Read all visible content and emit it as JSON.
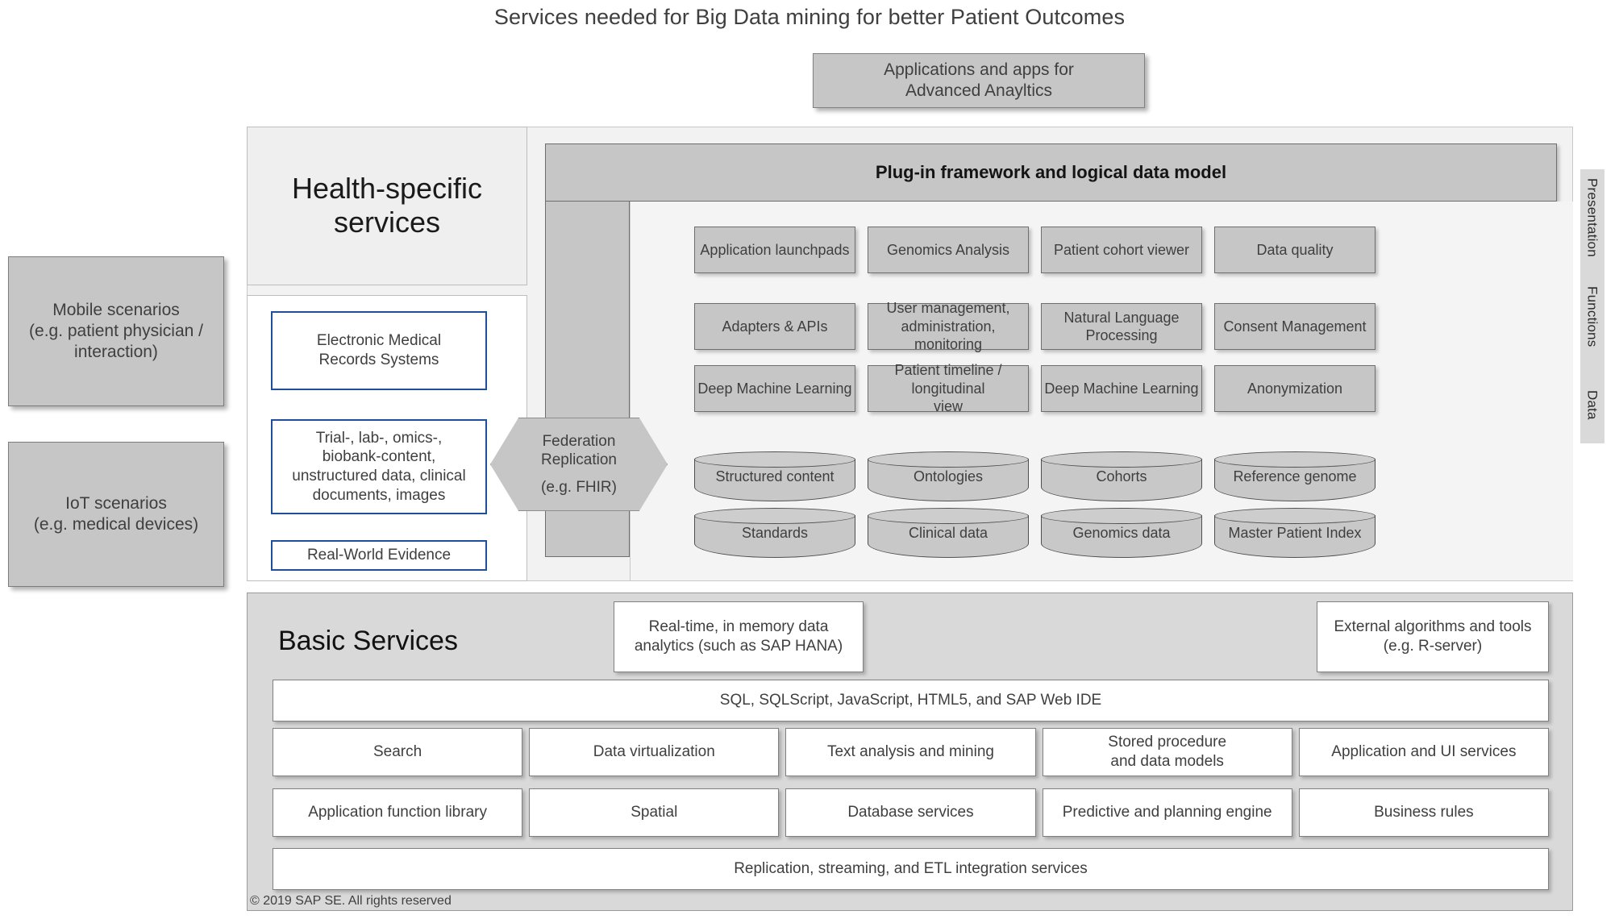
{
  "title": "Services needed for Big Data mining for better Patient Outcomes",
  "top": {
    "applications_box": "Applications and apps for\nAdvanced Anayltics"
  },
  "health_specific": {
    "heading": "Health-specific\nservices",
    "sources": [
      {
        "name": "emr",
        "label": "Electronic Medical\nRecords Systems"
      },
      {
        "name": "trial",
        "label": "Trial-, lab-, omics-,\nbiobank-content,\nunstructured data, clinical\ndocuments, images"
      },
      {
        "name": "rwe",
        "label": "Real-World Evidence"
      }
    ]
  },
  "scenarios": [
    {
      "name": "mobile",
      "label": "Mobile scenarios\n(e.g. patient physician /\ninteraction)"
    },
    {
      "name": "iot",
      "label": "IoT scenarios\n(e.g. medical devices)"
    }
  ],
  "federation": {
    "line1": "Federation",
    "line2": "Replication",
    "line3": "(e.g. FHIR)"
  },
  "plugin_framework": {
    "header": "Plug-in framework and logical data model",
    "functions": [
      {
        "name": "application-launchpads",
        "label": "Application launchpads"
      },
      {
        "name": "genomics-analysis",
        "label": "Genomics Analysis"
      },
      {
        "name": "patient-cohort-viewer",
        "label": "Patient cohort viewer"
      },
      {
        "name": "data-quality",
        "label": "Data quality"
      },
      {
        "name": "adapters-apis",
        "label": "Adapters & APIs"
      },
      {
        "name": "user-management",
        "label": "User management,\nadministration, monitoring"
      },
      {
        "name": "natural-language-processing",
        "label": "Natural Language Processing"
      },
      {
        "name": "consent-management",
        "label": "Consent Management"
      },
      {
        "name": "deep-machine-learning-1",
        "label": "Deep Machine Learning"
      },
      {
        "name": "patient-timeline",
        "label": "Patient timeline / longitudinal\nview"
      },
      {
        "name": "deep-machine-learning-2",
        "label": "Deep Machine Learning"
      },
      {
        "name": "anonymization",
        "label": "Anonymization"
      }
    ],
    "datastores": [
      {
        "name": "structured-content",
        "label": "Structured content"
      },
      {
        "name": "ontologies",
        "label": "Ontologies"
      },
      {
        "name": "cohorts",
        "label": "Cohorts"
      },
      {
        "name": "reference-genome",
        "label": "Reference genome"
      },
      {
        "name": "standards",
        "label": "Standards"
      },
      {
        "name": "clinical-data",
        "label": "Clinical data"
      },
      {
        "name": "genomics-data",
        "label": "Genomics data"
      },
      {
        "name": "master-patient-index",
        "label": "Master Patient Index"
      }
    ]
  },
  "layers": [
    {
      "name": "presentation",
      "label": "Presentation"
    },
    {
      "name": "functions",
      "label": "Functions"
    },
    {
      "name": "data",
      "label": "Data"
    }
  ],
  "basic_services": {
    "heading": "Basic Services",
    "hana": "Real-time, in memory data\nanalytics (such as SAP HANA)",
    "external": "External algorithms and tools\n(e.g. R-server)",
    "sql_bar": "SQL, SQLScript, JavaScript, HTML5, and SAP Web IDE",
    "row1": [
      {
        "name": "search",
        "label": "Search"
      },
      {
        "name": "data-virtualization",
        "label": "Data virtualization"
      },
      {
        "name": "text-analysis-mining",
        "label": "Text analysis and mining"
      },
      {
        "name": "stored-procedure",
        "label": "Stored procedure\nand data models"
      },
      {
        "name": "application-ui-services",
        "label": "Application and UI services"
      }
    ],
    "row2": [
      {
        "name": "application-function-library",
        "label": "Application function library"
      },
      {
        "name": "spatial",
        "label": "Spatial"
      },
      {
        "name": "database-services",
        "label": "Database services"
      },
      {
        "name": "predictive-planning-engine",
        "label": "Predictive and planning engine"
      },
      {
        "name": "business-rules",
        "label": "Business rules"
      }
    ],
    "replication_bar": "Replication, streaming, and ETL integration services",
    "copyright": "© 2019 SAP SE. All rights reserved"
  },
  "colors": {
    "gray_fill": "#c6c6c6",
    "panel_light": "#f2f2f2",
    "panel_basic": "#d9d9d9",
    "blue_border": "#1f4e9c",
    "white": "#ffffff",
    "outline": "#6e6e6e"
  },
  "layout": {
    "fn_cols_x": [
      861,
      1076,
      1291,
      1506
    ],
    "fn_col_w": [
      200,
      200,
      200,
      200
    ],
    "fn_rows_y": [
      281,
      376,
      453
    ],
    "fn_row_h": [
      58,
      58,
      58
    ],
    "cyl_cols_x": [
      861,
      1076,
      1291,
      1506
    ],
    "cyl_w": 200,
    "cyl_rows_y": [
      560,
      630
    ],
    "cyl_h": 62
  }
}
